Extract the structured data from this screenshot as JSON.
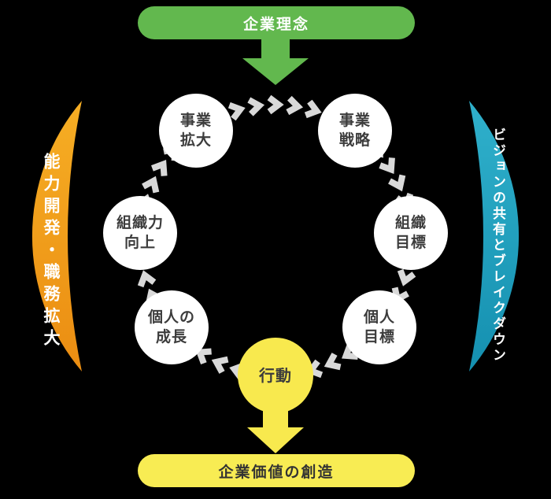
{
  "top_banner": {
    "label": "企業理念"
  },
  "bottom_banner": {
    "label": "企業価値の創造"
  },
  "left_band": {
    "label": "能力開発・職務拡大",
    "color": "#f09c1c"
  },
  "right_band": {
    "label": "ビジョンの共有とブレイクダウン",
    "color": "#1fa0bc"
  },
  "cycle": {
    "direction": "clockwise",
    "ring_color": "#d9d9d9",
    "nodes": [
      {
        "id": "business-strategy",
        "lines": [
          "事業",
          "戦略"
        ]
      },
      {
        "id": "organization-goal",
        "lines": [
          "組織",
          "目標"
        ]
      },
      {
        "id": "personal-goal",
        "lines": [
          "個人",
          "目標"
        ]
      },
      {
        "id": "action",
        "lines": [
          "行動"
        ],
        "highlight_color": "#f8e94e"
      },
      {
        "id": "personal-growth",
        "lines": [
          "個人の",
          "成長"
        ]
      },
      {
        "id": "organization-strength",
        "lines": [
          "組織力",
          "向上"
        ]
      },
      {
        "id": "business-expansion",
        "lines": [
          "事業",
          "拡大"
        ]
      }
    ]
  },
  "colors": {
    "background": "#000000",
    "banner_green": "#62b84e",
    "banner_yellow": "#f8ec53",
    "band_orange": "#f09c1c",
    "band_teal": "#1fa0bc"
  }
}
